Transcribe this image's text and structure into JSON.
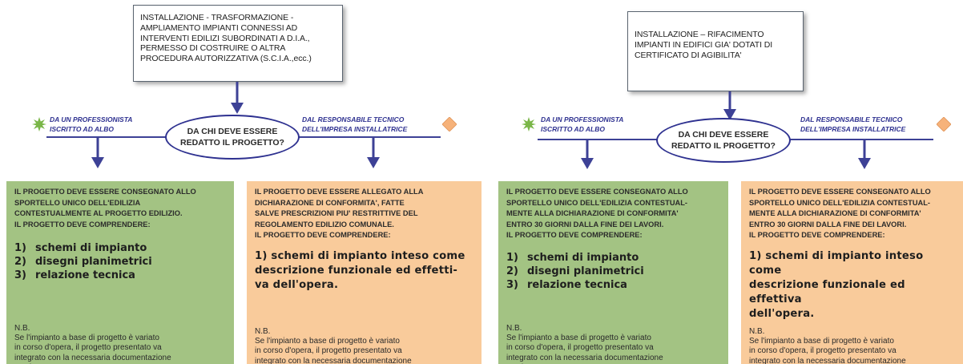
{
  "diagrams": [
    {
      "top_box": "INSTALLAZIONE - TRASFORMAZIONE -\nAMPLIAMENTO IMPIANTI CONNESSI AD\nINTERVENTI EDILIZI SUBORDINATI A D.I.A.,\nPERMESSO DI COSTRUIRE O ALTRA\nPROCEDURA AUTORIZZATIVA (S.C.I.A.,ecc.)",
      "question": "DA CHI DEVE ESSERE\nREDATTO IL PROGETTO?",
      "left_label": "DA UN PROFESSIONISTA\n ISCRITTO  AD ALBO",
      "right_label": "DAL RESPONSABILE TECNICO\nDELL'IMPRESA INSTALLATRICE",
      "green_panel": {
        "intro": "IL PROGETTO DEVE ESSERE CONSEGNATO ALLO\nSPORTELLO UNICO DELL'EDILIZIA\nCONTESTUALMENTE AL PROGETTO EDILIZIO.\nIL PROGETTO DEVE COMPRENDERE:",
        "items": [
          {
            "num": "1)",
            "text": "schemi di impianto"
          },
          {
            "num": "2)",
            "text": "disegni planimetrici"
          },
          {
            "num": "3)",
            "text": "relazione tecnica"
          }
        ],
        "nb": "N.B.\nSe l'impianto a base di progetto è variato\nin corso d'opera, il progetto presentato va\nintegrato con la necessaria documentazione\ntecnica."
      },
      "orange_panel": {
        "intro": "IL PROGETTO DEVE ESSERE ALLEGATO ALLA\nDICHIARAZIONE DI CONFORMITA', FATTE\nSALVE PRESCRIZIONI PIU' RESTRITTIVE DEL\nREGOLAMENTO EDILIZIO COMUNALE.\nIL PROGETTO DEVE COMPRENDERE:",
        "item": "1) schemi di impianto inteso come\ndescrizione funzionale ed effetti-\nva dell'opera.",
        "nb": "N.B.\nSe l'impianto a base di progetto è variato\nin corso d'opera, il progetto presentato va\nintegrato con la necessaria documentazione\ntecnica."
      }
    },
    {
      "top_box": "INSTALLAZIONE – RIFACIMENTO\nIMPIANTI IN EDIFICI GIA' DOTATI DI\nCERTIFICATO DI AGIBILITA'",
      "question": "DA CHI DEVE ESSERE\nREDATTO IL  PROGETTO?",
      "left_label": "DA UN PROFESSIONISTA\n ISCRITTO  AD ALBO",
      "right_label": "DAL RESPONSABILE TECNICO\nDELL'IMPRESA INSTALLATRICE",
      "green_panel": {
        "intro": "IL PROGETTO DEVE ESSERE CONSEGNATO ALLO\nSPORTELLO UNICO DELL'EDILIZIA CONTESTUAL-\nMENTE ALLA DICHIARAZIONE DI CONFORMITA'\nENTRO 30 GIORNI DALLA FINE DEI LAVORI.\nIL PROGETTO DEVE COMPRENDERE:",
        "items": [
          {
            "num": "1)",
            "text": "schemi di impianto"
          },
          {
            "num": "2)",
            "text": "disegni planimetrici"
          },
          {
            "num": "3)",
            "text": "relazione tecnica"
          }
        ],
        "nb": "N.B.\nSe l'impianto a base di progetto è variato\nin corso d'opera, il progetto presentato va\nintegrato con la necessaria documentazione\ntecnica."
      },
      "orange_panel": {
        "intro": "IL PROGETTO DEVE ESSERE CONSEGNATO ALLO\nSPORTELLO UNICO DELL'EDILIZIA CONTESTUAL-\nMENTE ALLA DICHIARAZIONE DI CONFORMITA'\nENTRO 30 GIORNI DALLA FINE DEI LAVORI.\nIL PROGETTO DEVE COMPRENDERE:",
        "item": "1) schemi di impianto inteso come\ndescrizione funzionale ed effettiva\ndell'opera.",
        "nb": "N.B.\nSe l'impianto a base di progetto è variato\nin corso d'opera, il progetto presentato va\nintegrato con la necessaria documentazione\ntecnica."
      }
    }
  ],
  "colors": {
    "green_panel": "#a3c383",
    "orange_panel": "#f9cb9b",
    "arrow": "#3d4196",
    "star": "#7ab648",
    "diamond": "#f6b27a"
  },
  "icons": {
    "left_marker": "green-starburst-icon",
    "right_marker": "orange-diamond-icon",
    "arrows": "down-arrow-icon"
  }
}
